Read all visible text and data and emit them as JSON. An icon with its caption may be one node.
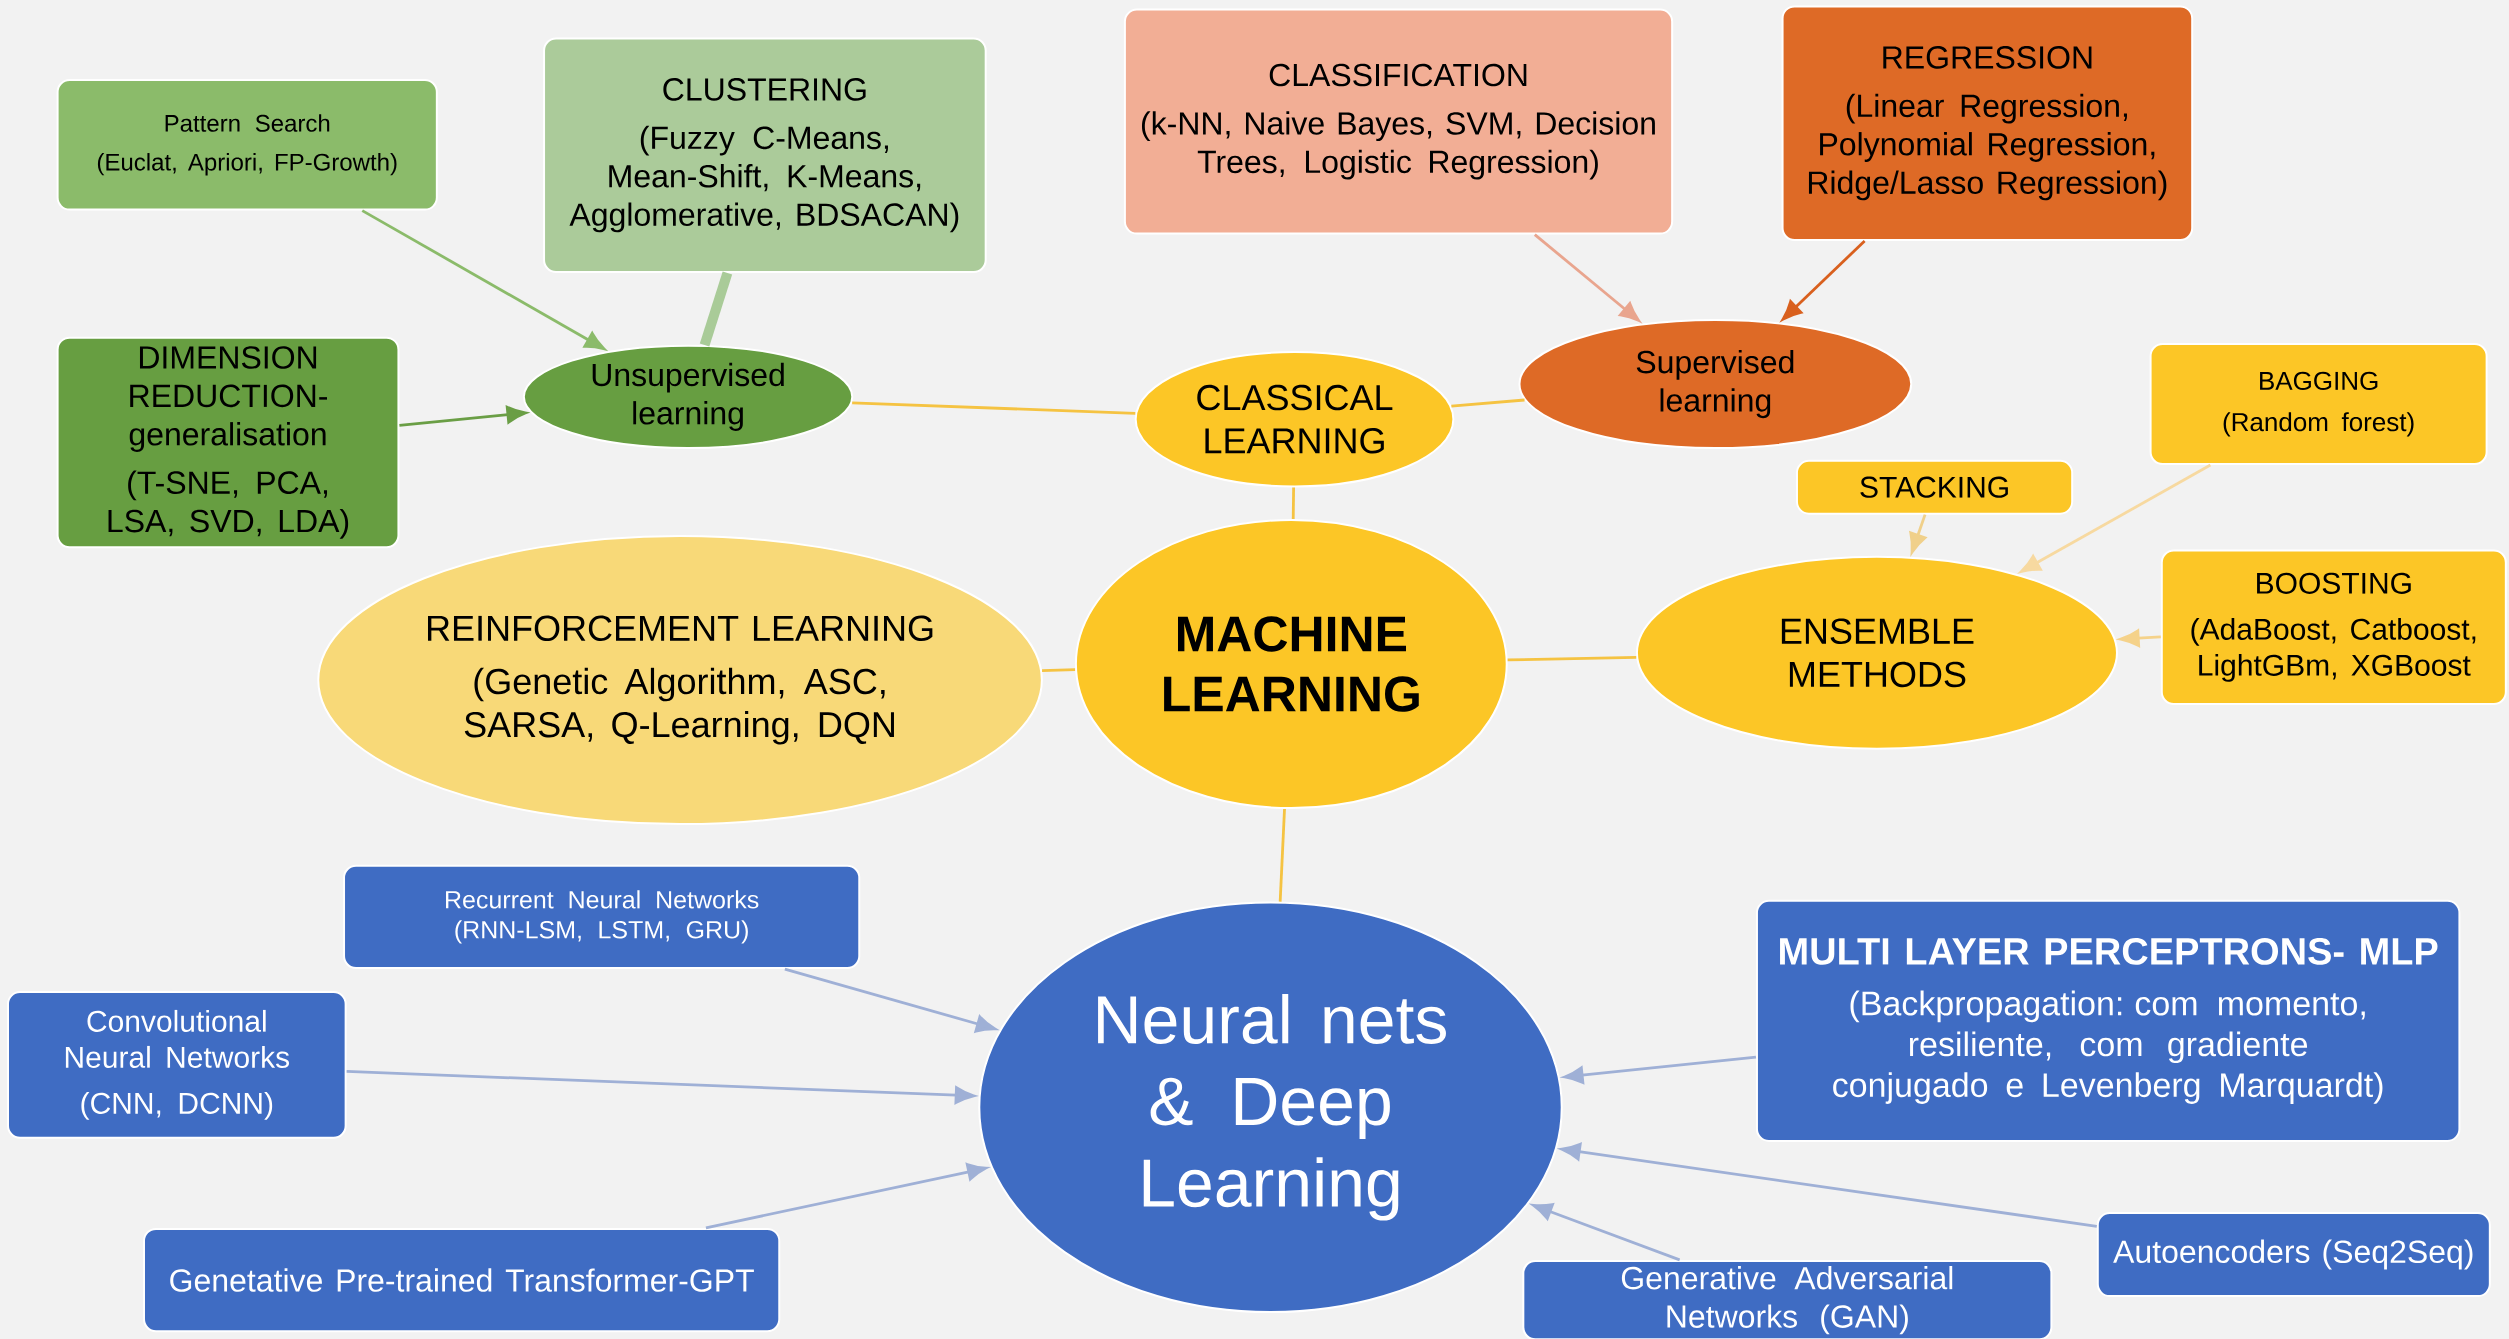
{
  "diagram": {
    "nodes": [
      {
        "text": [
          "Pattern Search",
          "(Euclat, Apriori, FP-Growth)"
        ]
      },
      {
        "text": [
          "CLUSTERING",
          "(Fuzzy C-Means, Mean-Shift, K-Means, Agglomerative, BDSACAN)"
        ]
      },
      {
        "text": [
          "CLASSIFICATION",
          "(k-NN, Naive Bayes, SVM, Decision Trees, Logistic Regression)"
        ]
      },
      {
        "text": [
          "REGRESSION",
          "(Linear Regression, Polynomial Regression, Ridge/Lasso Regression)"
        ]
      },
      {
        "text": [
          "DIMENSION REDUCTION- generalisation",
          "(T-SNE, PCA, LSA, SVD, LDA)"
        ]
      },
      {
        "text": [
          "Unsupervised learning"
        ]
      },
      {
        "text": [
          "CLASSICAL LEARNING"
        ]
      },
      {
        "text": [
          "Supervised learning"
        ]
      },
      {
        "text": [
          "BAGGING",
          "(Random forest)"
        ]
      },
      {
        "text": [
          "STACKING"
        ]
      },
      {
        "text": [
          "REINFORCEMENT LEARNING",
          "(Genetic Algorithm, ASC, SARSA, Q-Learning, DQN"
        ]
      },
      {
        "text": [
          "MACHINE LEARNING"
        ]
      },
      {
        "text": [
          "ENSEMBLE METHODS"
        ]
      },
      {
        "text": [
          "BOOSTING",
          "(AdaBoost, Catboost, LightGBm, XGBoost"
        ]
      },
      {
        "text": [
          "Recurrent Neural Networks (RNN-LSM, LSTM, GRU)"
        ]
      },
      {
        "text": [
          "Neural nets & Deep Learning"
        ]
      },
      {
        "text": [
          "MULTI LAYER PERCEPTRONS- MLP",
          "(Backpropagation: com momento, resiliente, com gradiente conjugado e Levenberg Marquardt)"
        ]
      },
      {
        "text": [
          "Convolutional Neural Networks",
          "(CNN, DCNN)"
        ]
      },
      {
        "text": [
          "Genetative Pre-trained Transformer-GPT"
        ]
      },
      {
        "text": [
          "Autoencoders (Seq2Seq)"
        ]
      },
      {
        "text": [
          "Generative Adversarial Networks (GAN)"
        ]
      }
    ],
    "edges": [
      {
        "from": 0,
        "to": 5,
        "arrow": "to",
        "color": "#8bbb6a"
      },
      {
        "from": 1,
        "to": 5,
        "arrow": "none",
        "style": "thick",
        "color": "#a9cb98"
      },
      {
        "from": 4,
        "to": 5,
        "arrow": "to",
        "color": "#6a9e45"
      },
      {
        "from": 5,
        "to": 6,
        "arrow": "none",
        "color": "#f5c342"
      },
      {
        "from": 6,
        "to": 7,
        "arrow": "none",
        "color": "#f5c342"
      },
      {
        "from": 2,
        "to": 7,
        "arrow": "to",
        "color": "#e9a58e"
      },
      {
        "from": 3,
        "to": 7,
        "arrow": "to",
        "color": "#d9601e"
      },
      {
        "from": 6,
        "to": 11,
        "arrow": "none",
        "color": "#f5c342"
      },
      {
        "from": 10,
        "to": 11,
        "arrow": "none",
        "color": "#f5c342"
      },
      {
        "from": 11,
        "to": 12,
        "arrow": "none",
        "color": "#f5c342"
      },
      {
        "from": 9,
        "to": 12,
        "arrow": "to",
        "color": "#f0d08a"
      },
      {
        "from": 8,
        "to": 12,
        "arrow": "to",
        "color": "#f7d9a0"
      },
      {
        "from": 13,
        "to": 12,
        "arrow": "to",
        "color": "#f5d28a"
      },
      {
        "from": 11,
        "to": 15,
        "arrow": "none",
        "color": "#f5c342"
      },
      {
        "from": 14,
        "to": 15,
        "arrow": "to",
        "color": "#9fb0d6"
      },
      {
        "from": 17,
        "to": 15,
        "arrow": "to",
        "color": "#9fb0d6"
      },
      {
        "from": 18,
        "to": 15,
        "arrow": "to",
        "color": "#9fb0d6"
      },
      {
        "from": 16,
        "to": 15,
        "arrow": "to",
        "color": "#9fb0d6"
      },
      {
        "from": 19,
        "to": 15,
        "arrow": "to",
        "color": "#9fb0d6"
      },
      {
        "from": 20,
        "to": 15,
        "arrow": "to",
        "color": "#9fb0d6"
      }
    ]
  }
}
